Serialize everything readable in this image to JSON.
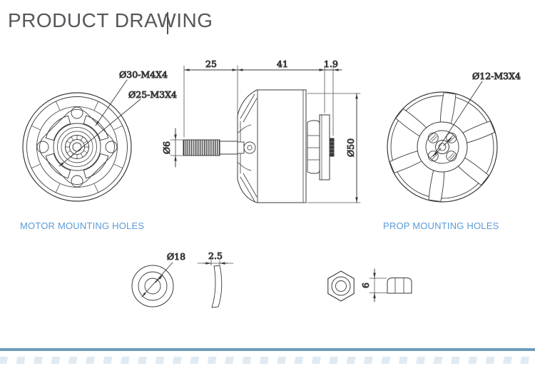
{
  "title": "PRODUCT DRAWING",
  "labels": {
    "motor_holes": "MOTOR MOUNTING HOLES",
    "prop_holes": "PROP MOUNTING HOLES"
  },
  "callouts": {
    "motor_bolt_outer": "Ø30-M4X4",
    "motor_bolt_inner": "Ø25-M3X4",
    "prop_bolt": "Ø12-M3X4"
  },
  "dims": {
    "shaft_length": "25",
    "body_length": "41",
    "stub_thickness": "1.9",
    "shaft_diameter": "Ø6",
    "body_diameter": "Ø50",
    "washer_diameter": "Ø18",
    "washer_thickness": "2.5",
    "nut_height": "6"
  },
  "colors": {
    "accent_blue": "#5B9BD5",
    "line": "#3A3A3A",
    "footer_bar": "#6E9DB8"
  }
}
